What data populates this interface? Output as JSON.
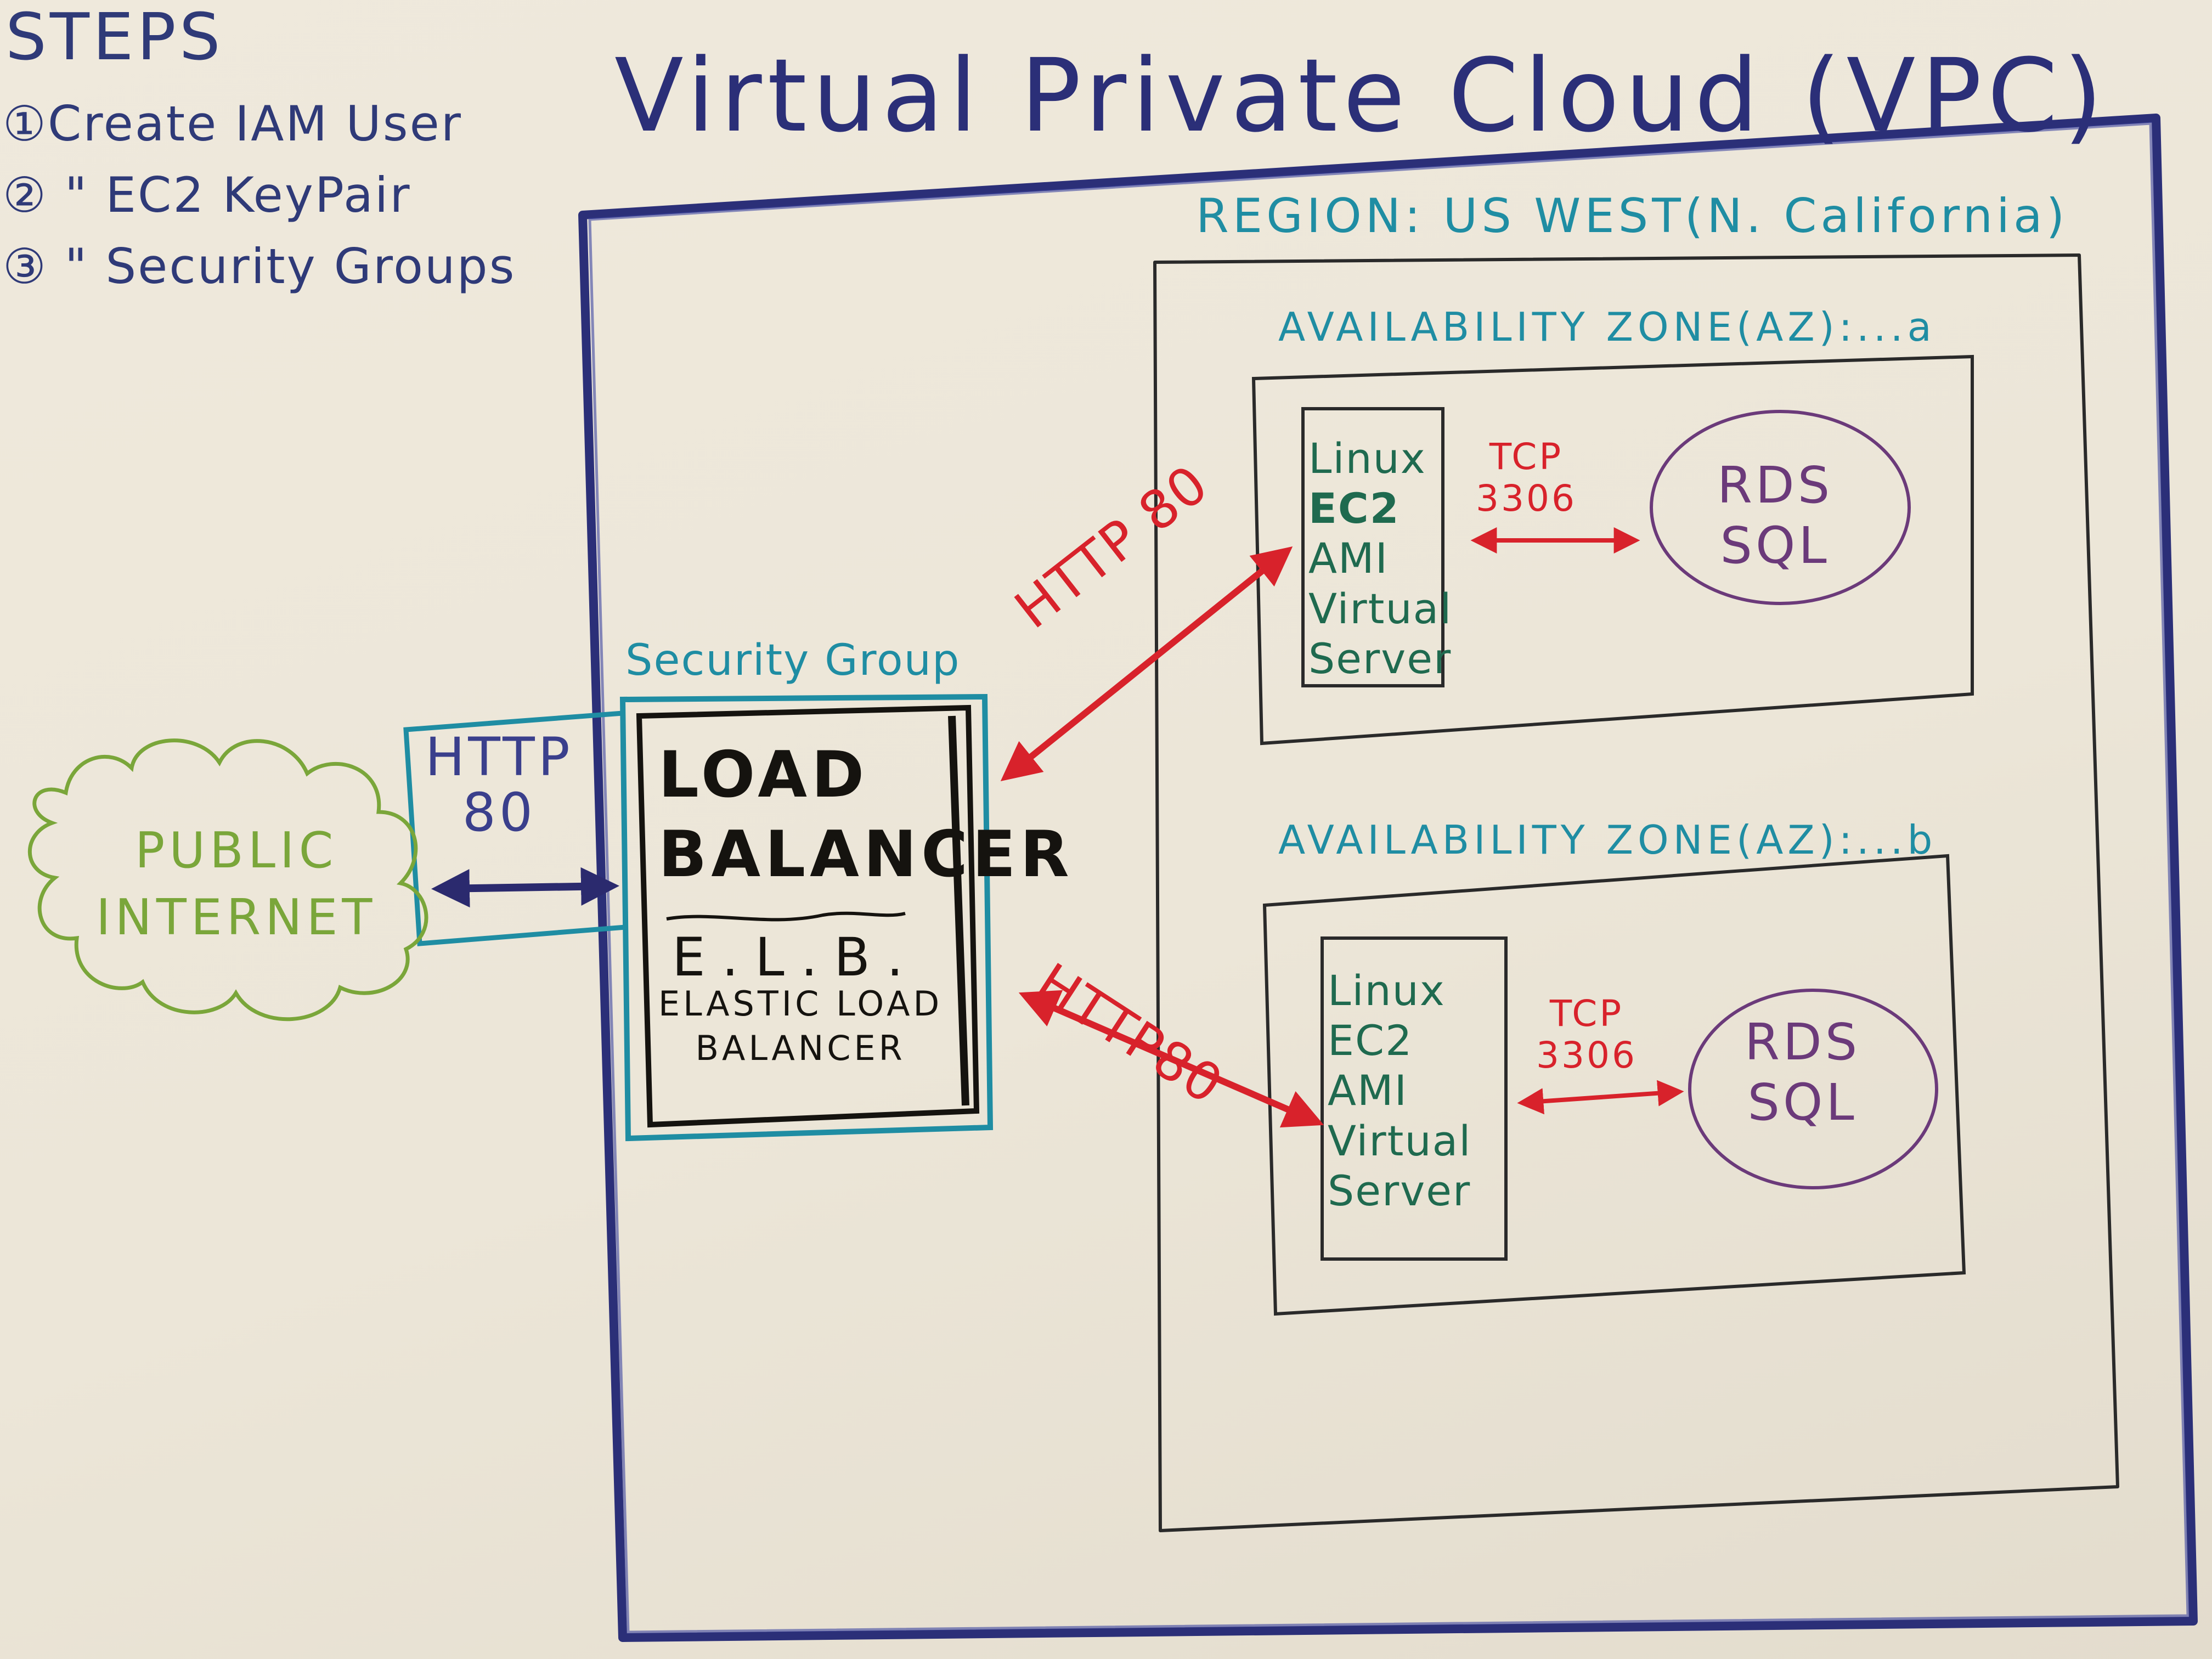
{
  "steps": {
    "title": "STEPS",
    "items": [
      "①Create IAM User",
      "② \" EC2 KeyPair",
      "③ \" Security Groups"
    ]
  },
  "vpc": {
    "title": "Virtual Private Cloud (VPC)"
  },
  "region": {
    "label": "REGION: US WEST(N. California)"
  },
  "zones": [
    {
      "label": "AVAILABILITY ZONE(AZ):...a",
      "ec2": [
        "Linux",
        "EC2",
        "AMI",
        "Virtual",
        "Server"
      ],
      "tcp": [
        "TCP",
        "3306"
      ],
      "rds": [
        "RDS",
        "SQL"
      ],
      "http": "HTTP 80"
    },
    {
      "label": "AVAILABILITY ZONE(AZ):...b",
      "ec2": [
        "Linux",
        "EC2",
        "AMI",
        "Virtual",
        "Server"
      ],
      "tcp": [
        "TCP",
        "3306"
      ],
      "rds": [
        "RDS",
        "SQL"
      ],
      "http": "HTTP80"
    }
  ],
  "security_group": {
    "label": "Security Group"
  },
  "load_balancer": {
    "title_lines": [
      "LOAD",
      "BALANCER"
    ],
    "short": "E.L.B.",
    "long_lines": [
      "ELASTIC LOAD",
      "BALANCER"
    ]
  },
  "public_internet": {
    "lines": [
      "PUBLIC",
      "INTERNET"
    ]
  },
  "http_in": {
    "lines": [
      "HTTP",
      "80"
    ]
  },
  "colors": {
    "vpc_border": "#2b2f78",
    "security_group": "#1f8da3",
    "http_arrows": "#d8222b",
    "internet_cloud": "#7aa63a",
    "rds": "#6b3a7a",
    "ec2_text": "#1f6a4f"
  }
}
